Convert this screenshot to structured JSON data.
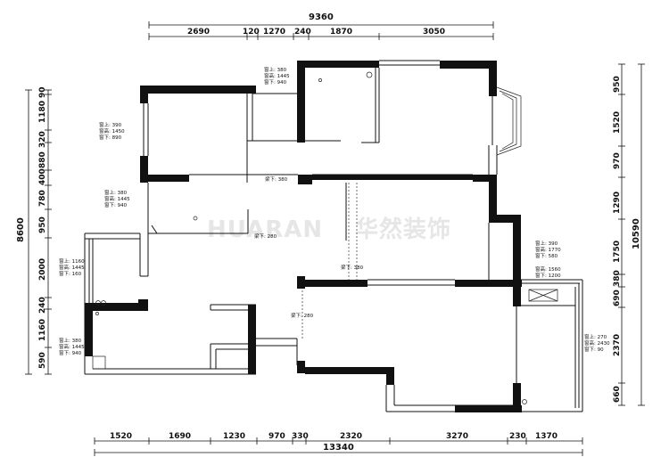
{
  "watermark": {
    "latin": "HUARAN",
    "cn": "华然装饰"
  },
  "top_dims": {
    "total": "9360",
    "segments": [
      "2690",
      "120",
      "1270",
      "240",
      "1870",
      "3050"
    ]
  },
  "bottom_dims": {
    "total": "13340",
    "segments": [
      "1520",
      "1690",
      "1230",
      "970",
      "330",
      "2320",
      "3270",
      "230",
      "1370"
    ]
  },
  "left_dims": {
    "total": "8600",
    "segments": [
      "90",
      "1180",
      "320",
      "880",
      "400",
      "780",
      "950",
      "2000",
      "240",
      "1160",
      "590"
    ]
  },
  "right_dims": {
    "total": "10590",
    "segments": [
      "950",
      "1520",
      "970",
      "1290",
      "1750",
      "380",
      "690",
      "2370",
      "660"
    ]
  },
  "annotations": [
    {
      "lines": [
        "窗上: 380",
        "窗高: 1445",
        "窗下: 940"
      ]
    },
    {
      "lines": [
        "窗上: 390",
        "窗高: 1450",
        "窗下: 890"
      ]
    },
    {
      "lines": [
        "窗上: 380",
        "窗高: 1445",
        "窗下: 940"
      ]
    },
    {
      "lines": [
        "窗上: 1160",
        "窗高: 1445",
        "窗下: 160"
      ]
    },
    {
      "lines": [
        "窗上: 380",
        "窗高: 1445",
        "窗下: 940"
      ]
    },
    {
      "lines": [
        "窗上: 390",
        "窗高: 1770",
        "窗下: 580"
      ]
    },
    {
      "lines": [
        "窗高: 1560",
        "窗下: 1200"
      ]
    },
    {
      "lines": [
        "窗上: 270",
        "窗高: 2430",
        "窗下: 90"
      ]
    }
  ],
  "beam_labels": [
    "梁下: 380",
    "梁下: 280",
    "梁下: 380",
    "梁下: 280"
  ]
}
